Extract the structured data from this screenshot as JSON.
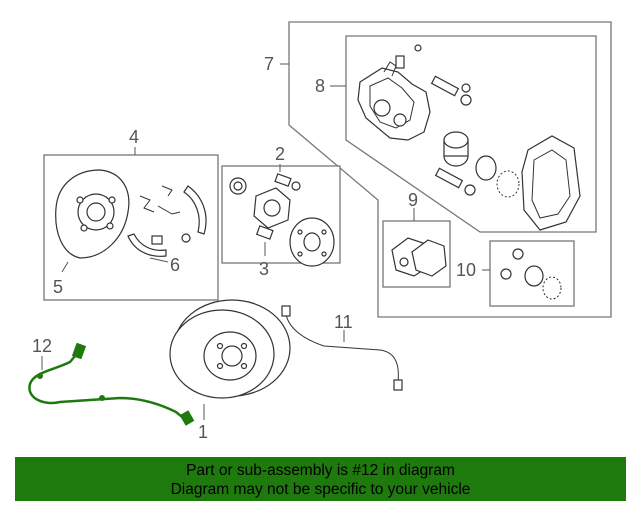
{
  "callouts": {
    "c1": "1",
    "c2": "2",
    "c3": "3",
    "c4": "4",
    "c5": "5",
    "c6": "6",
    "c7": "7",
    "c8": "8",
    "c9": "9",
    "c10": "10",
    "c11": "11",
    "c12": "12"
  },
  "banner": {
    "line1": "Part or sub-assembly is #12 in diagram",
    "line2": "Diagram may not be specific to your vehicle"
  },
  "colors": {
    "banner_bg": "#1f7a0d",
    "highlight_part": "#1f7a0d"
  }
}
